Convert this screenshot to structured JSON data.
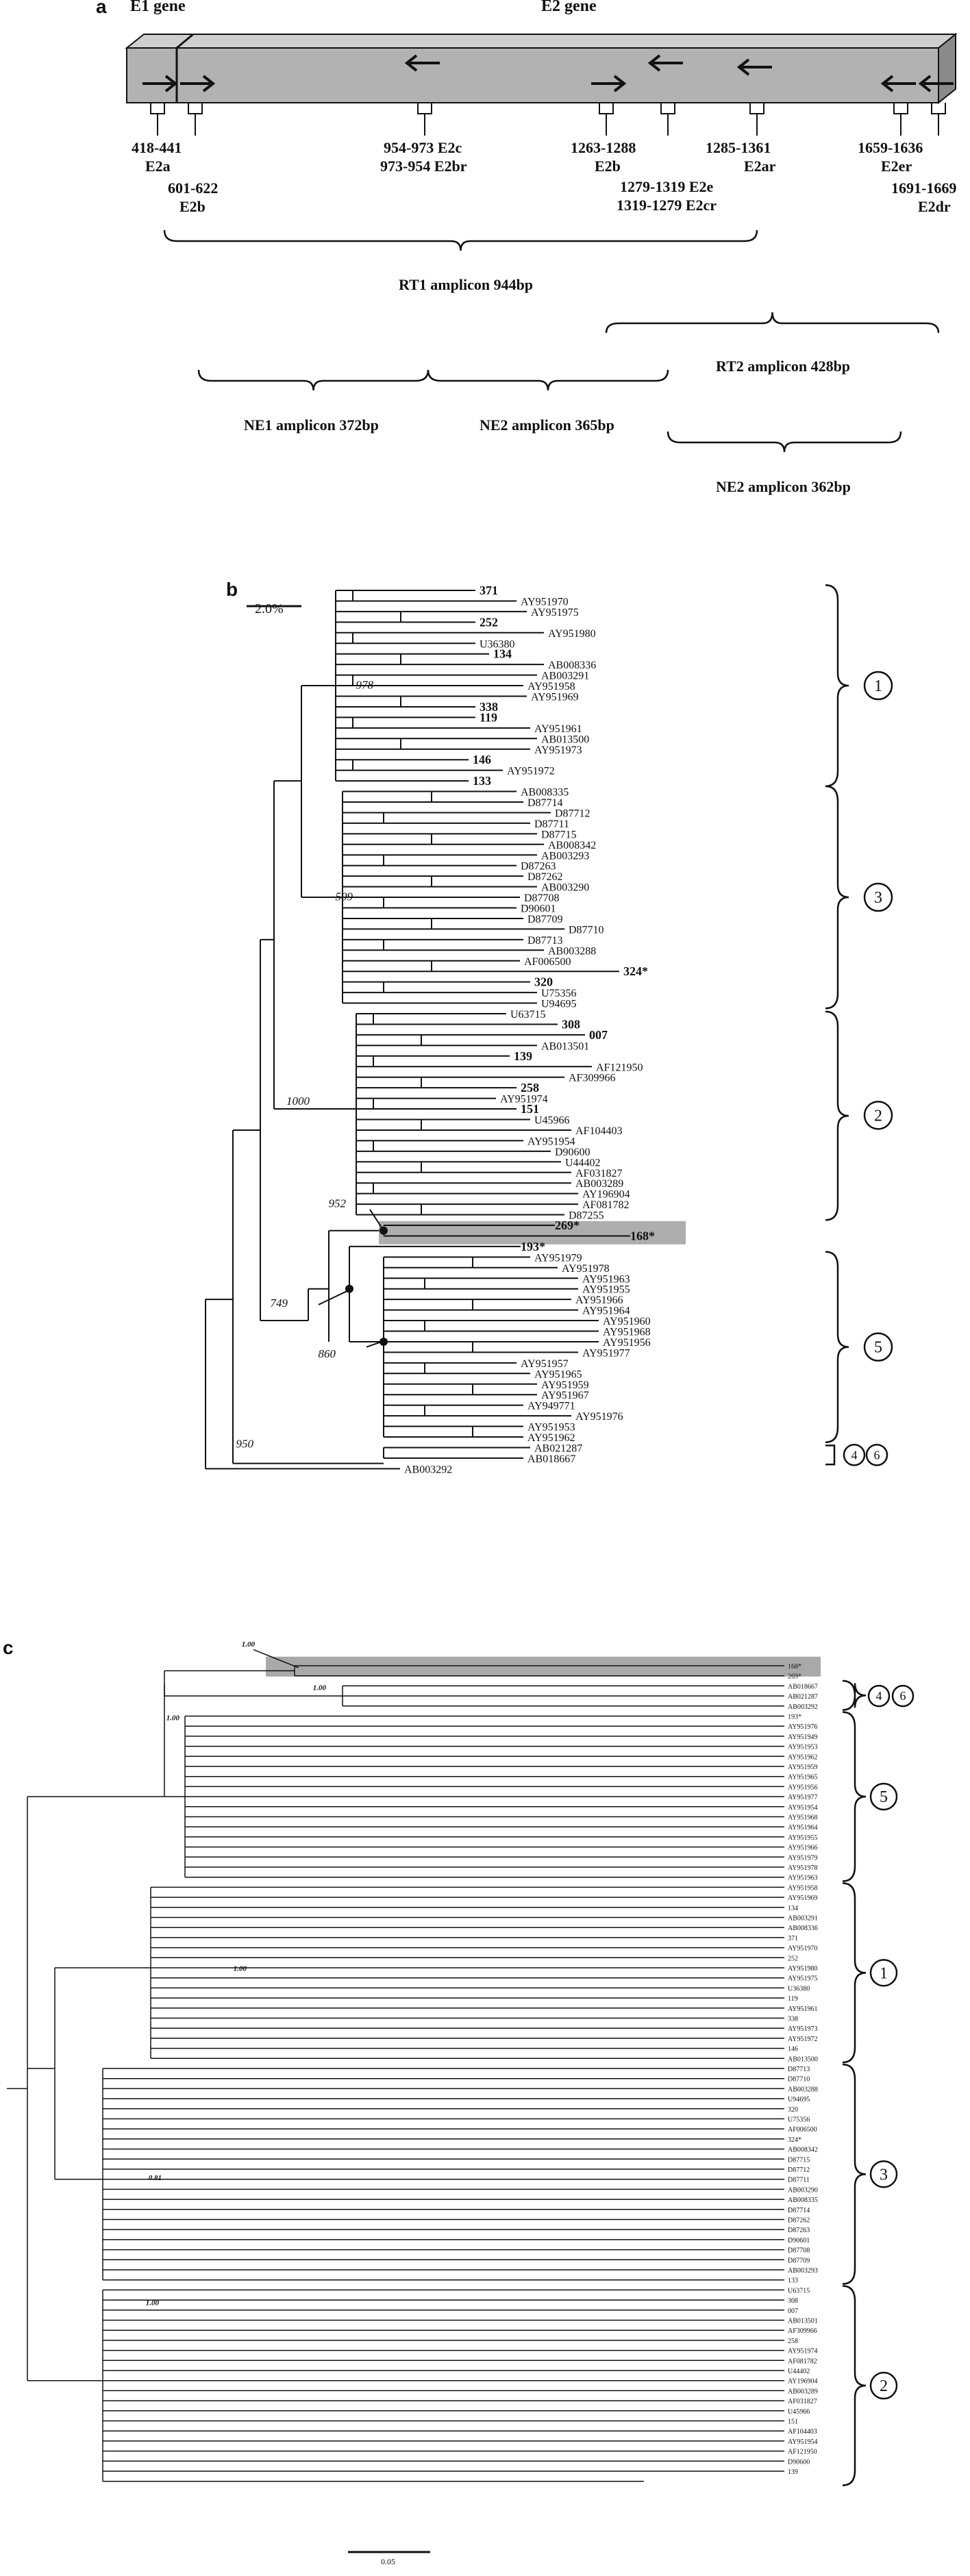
{
  "panel_a": {
    "letter": "a",
    "e1_label": "E1 gene",
    "e2_label": "E2 gene",
    "primers": [
      {
        "pos": "418-441",
        "name": "E2a"
      },
      {
        "pos": "601-622",
        "name": "E2b"
      },
      {
        "pos": "954-973 E2c",
        "name": "973-954 E2br"
      },
      {
        "pos": "1263-1288",
        "name": "E2b"
      },
      {
        "pos": "1279-1319 E2e",
        "name": "1319-1279 E2cr"
      },
      {
        "pos": "1285-1361",
        "name": "E2ar"
      },
      {
        "pos": "1659-1636",
        "name": "E2er"
      },
      {
        "pos": "1691-1669",
        "name": "E2dr"
      }
    ],
    "amplicons": {
      "rt1": "RT1 amplicon 944bp",
      "rt2": "RT2 amplicon 428bp",
      "ne1": "NE1 amplicon 372bp",
      "ne2a": "NE2 amplicon 365bp",
      "ne2b": "NE2 amplicon 362bp"
    }
  },
  "panel_b": {
    "letter": "b",
    "scale": "2.0%",
    "bootstrap": [
      "978",
      "509",
      "1000",
      "952",
      "749",
      "860",
      "950"
    ],
    "groups": [
      "1",
      "3",
      "2",
      "5",
      "4",
      "6"
    ],
    "taxa": [
      "371",
      "AY951970",
      "AY951975",
      "252",
      "AY951980",
      "U36380",
      "134",
      "AB008336",
      "AB003291",
      "AY951958",
      "AY951969",
      "338",
      "119",
      "AY951961",
      "AB013500",
      "AY951973",
      "146",
      "AY951972",
      "133",
      "AB008335",
      "D87714",
      "D87712",
      "D87711",
      "D87715",
      "AB008342",
      "AB003293",
      "D87263",
      "D87262",
      "AB003290",
      "D87708",
      "D90601",
      "D87709",
      "D87710",
      "D87713",
      "AB003288",
      "AF006500",
      "324*",
      "320",
      "U75356",
      "U94695",
      "U63715",
      "308",
      "007",
      "AB013501",
      "139",
      "AF121950",
      "AF309966",
      "258",
      "AY951974",
      "151",
      "U45966",
      "AF104403",
      "AY951954",
      "D90600",
      "U44402",
      "AF031827",
      "AB003289",
      "AY196904",
      "AF081782",
      "D87255",
      "269*",
      "168*",
      "193*",
      "AY951979",
      "AY951978",
      "AY951963",
      "AY951955",
      "AY951966",
      "AY951964",
      "AY951960",
      "AY951968",
      "AY951956",
      "AY951977",
      "AY951957",
      "AY951965",
      "AY951959",
      "AY951967",
      "AY949771",
      "AY951976",
      "AY951953",
      "AY951962",
      "AB021287",
      "AB018667",
      "AB003292"
    ]
  },
  "panel_c": {
    "letter": "c",
    "scale": "0.05",
    "bootstrap": [
      "1.00",
      "1.00",
      "1.00",
      "1.00",
      "0.81",
      "1.00"
    ],
    "groups": [
      "4",
      "6",
      "5",
      "1",
      "3",
      "2"
    ],
    "taxa": [
      "168*",
      "269*",
      "AB018667",
      "AB021287",
      "AB003292",
      "193*",
      "AY951976",
      "AY951949",
      "AY951953",
      "AY951962",
      "AY951959",
      "AY951965",
      "AY951956",
      "AY951977",
      "AY951954",
      "AY951968",
      "AY951964",
      "AY951955",
      "AY951966",
      "AY951979",
      "AY951978",
      "AY951963",
      "AY951958",
      "AY951969",
      "134",
      "AB003291",
      "AB008336",
      "371",
      "AY951970",
      "252",
      "AY951980",
      "AY951975",
      "U36380",
      "119",
      "AY951961",
      "338",
      "AY951973",
      "AY951972",
      "146",
      "AB013500",
      "D87713",
      "D87710",
      "AB003288",
      "U94695",
      "320",
      "U75356",
      "AF006500",
      "324*",
      "AB008342",
      "D87715",
      "D87712",
      "D87711",
      "AB003290",
      "AB008335",
      "D87714",
      "D87262",
      "D87263",
      "D90601",
      "D87708",
      "D87709",
      "AB003293",
      "133",
      "U63715",
      "308",
      "007",
      "AB013501",
      "AF309966",
      "258",
      "AY951974",
      "AF081782",
      "U44402",
      "AY196904",
      "AB003289",
      "AF031827",
      "U45966",
      "151",
      "AF104403",
      "AY951954",
      "AF121950",
      "D90600",
      "139"
    ]
  }
}
